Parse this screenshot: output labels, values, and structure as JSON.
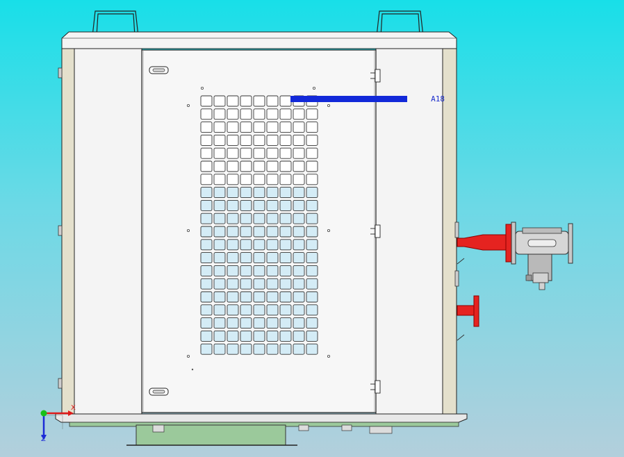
{
  "viewport": {
    "background_top": "#18dfe8",
    "background_bottom": "#b3cfdc"
  },
  "model": {
    "callout_label": "A18",
    "colors": {
      "housing": "#f2f2f2",
      "housing_edge": "#222222",
      "side_band": "#e4e0cc",
      "flange": "#e52320",
      "valve_body": "#c8c8c8",
      "base_skid": "#9bc99b",
      "vent_tint": "#d4ecf6",
      "callout": "#1229d9"
    },
    "vent_grid": {
      "columns": 9,
      "rows": 20
    }
  },
  "triad": {
    "x_label": "X",
    "z_label": "Z",
    "x_color": "#e01a1a",
    "y_color": "#18c018",
    "z_color": "#1c2bd6"
  }
}
